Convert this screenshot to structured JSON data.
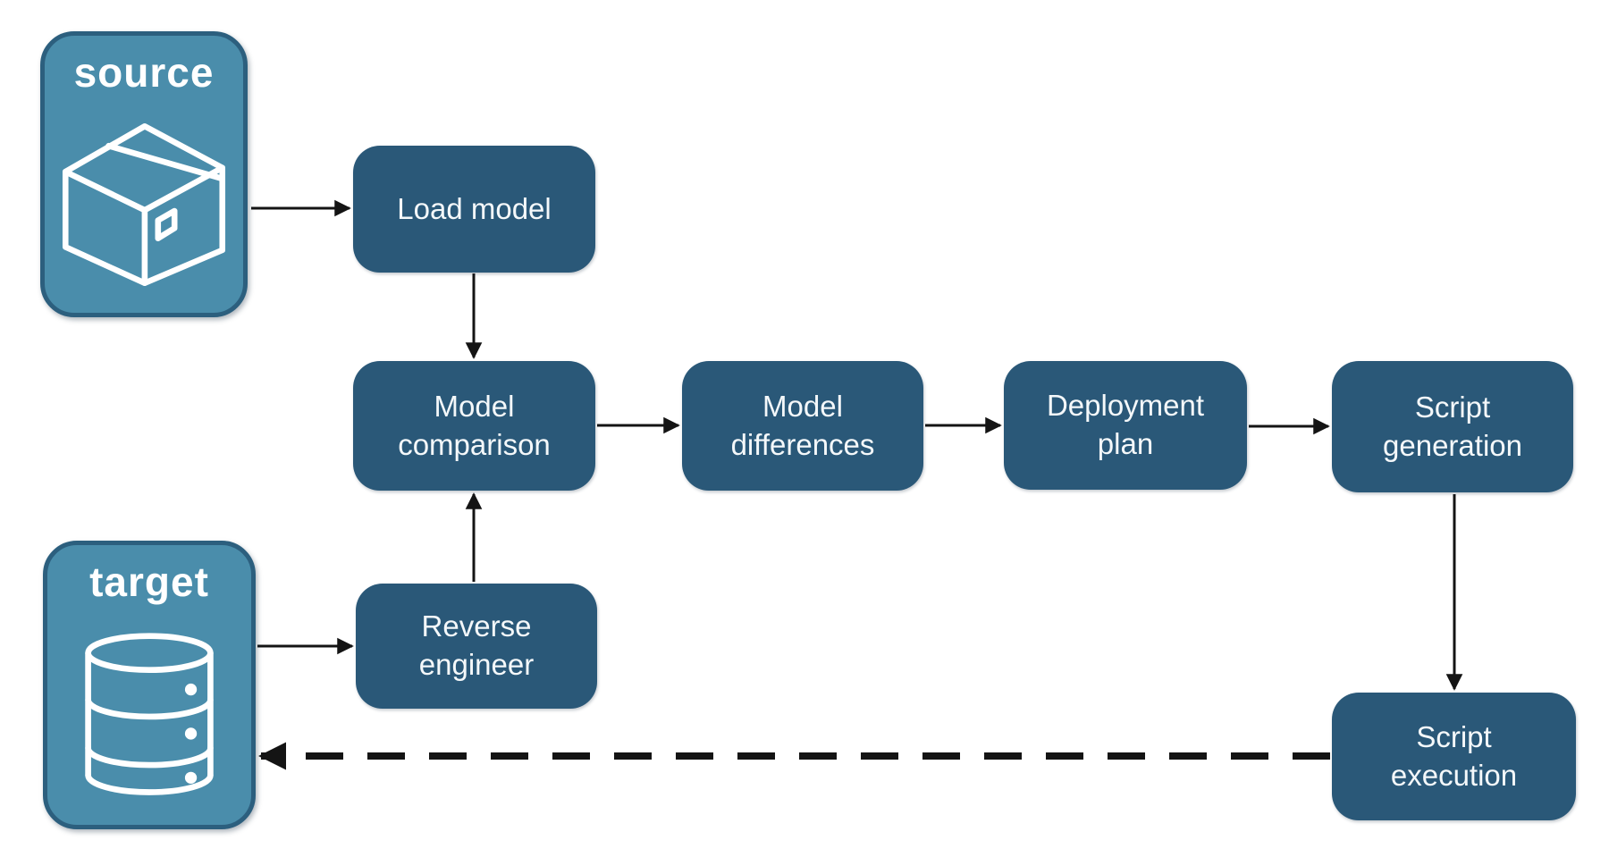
{
  "diagram": {
    "type": "flowchart",
    "endpoints": {
      "source": {
        "label": "source",
        "icon": "package-icon"
      },
      "target": {
        "label": "target",
        "icon": "database-icon"
      }
    },
    "nodes": {
      "load_model": {
        "label": "Load model"
      },
      "model_comparison": {
        "label": "Model\ncomparison"
      },
      "model_differences": {
        "label": "Model\ndifferences"
      },
      "deployment_plan": {
        "label": "Deployment\nplan"
      },
      "script_generation": {
        "label": "Script\ngeneration"
      },
      "script_execution": {
        "label": "Script\nexecution"
      },
      "reverse_engineer": {
        "label": "Reverse\nengineer"
      }
    },
    "edges": [
      {
        "from": "source",
        "to": "load_model",
        "style": "solid"
      },
      {
        "from": "load_model",
        "to": "model_comparison",
        "style": "solid"
      },
      {
        "from": "model_comparison",
        "to": "model_differences",
        "style": "solid"
      },
      {
        "from": "model_differences",
        "to": "deployment_plan",
        "style": "solid"
      },
      {
        "from": "deployment_plan",
        "to": "script_generation",
        "style": "solid"
      },
      {
        "from": "script_generation",
        "to": "script_execution",
        "style": "solid"
      },
      {
        "from": "target",
        "to": "reverse_engineer",
        "style": "solid"
      },
      {
        "from": "reverse_engineer",
        "to": "model_comparison",
        "style": "solid"
      },
      {
        "from": "script_execution",
        "to": "target",
        "style": "dashed"
      }
    ],
    "colors": {
      "node_fill": "#2a5878",
      "endpoint_fill": "#4a8dab",
      "endpoint_border": "#2c5f7e",
      "text": "#ffffff",
      "arrow": "#141414",
      "background": "#ffffff"
    }
  }
}
